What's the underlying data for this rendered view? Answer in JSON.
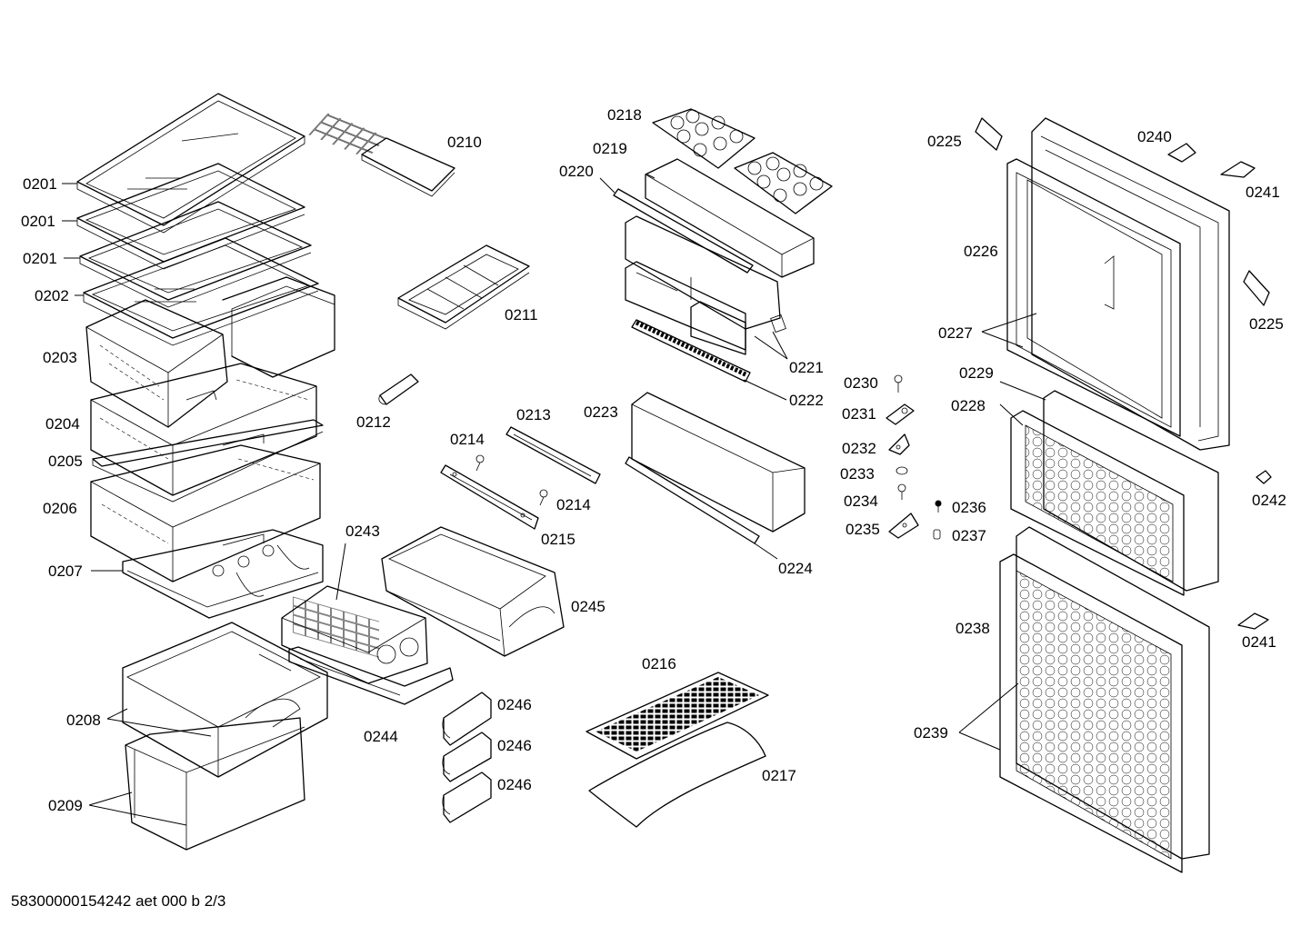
{
  "diagram": {
    "footer_text": "58300000154242 aet 000 b 2/3",
    "labels": [
      {
        "id": "l0201a",
        "text": "0201"
      },
      {
        "id": "l0201b",
        "text": "0201"
      },
      {
        "id": "l0201c",
        "text": "0201"
      },
      {
        "id": "l0202",
        "text": "0202"
      },
      {
        "id": "l0203",
        "text": "0203"
      },
      {
        "id": "l0204",
        "text": "0204"
      },
      {
        "id": "l0205",
        "text": "0205"
      },
      {
        "id": "l0206",
        "text": "0206"
      },
      {
        "id": "l0207",
        "text": "0207"
      },
      {
        "id": "l0208",
        "text": "0208"
      },
      {
        "id": "l0209",
        "text": "0209"
      },
      {
        "id": "l0210",
        "text": "0210"
      },
      {
        "id": "l0211",
        "text": "0211"
      },
      {
        "id": "l0212",
        "text": "0212"
      },
      {
        "id": "l0213",
        "text": "0213"
      },
      {
        "id": "l0214a",
        "text": "0214"
      },
      {
        "id": "l0214b",
        "text": "0214"
      },
      {
        "id": "l0215",
        "text": "0215"
      },
      {
        "id": "l0216",
        "text": "0216"
      },
      {
        "id": "l0217",
        "text": "0217"
      },
      {
        "id": "l0218",
        "text": "0218"
      },
      {
        "id": "l0219",
        "text": "0219"
      },
      {
        "id": "l0220",
        "text": "0220"
      },
      {
        "id": "l0221",
        "text": "0221"
      },
      {
        "id": "l0222",
        "text": "0222"
      },
      {
        "id": "l0223",
        "text": "0223"
      },
      {
        "id": "l0224",
        "text": "0224"
      },
      {
        "id": "l0225a",
        "text": "0225"
      },
      {
        "id": "l0225b",
        "text": "0225"
      },
      {
        "id": "l0226",
        "text": "0226"
      },
      {
        "id": "l0227",
        "text": "0227"
      },
      {
        "id": "l0228",
        "text": "0228"
      },
      {
        "id": "l0229",
        "text": "0229"
      },
      {
        "id": "l0230",
        "text": "0230"
      },
      {
        "id": "l0231",
        "text": "0231"
      },
      {
        "id": "l0232",
        "text": "0232"
      },
      {
        "id": "l0233",
        "text": "0233"
      },
      {
        "id": "l0234",
        "text": "0234"
      },
      {
        "id": "l0235",
        "text": "0235"
      },
      {
        "id": "l0236",
        "text": "0236"
      },
      {
        "id": "l0237",
        "text": "0237"
      },
      {
        "id": "l0238",
        "text": "0238"
      },
      {
        "id": "l0239",
        "text": "0239"
      },
      {
        "id": "l0240",
        "text": "0240"
      },
      {
        "id": "l0241a",
        "text": "0241"
      },
      {
        "id": "l0241b",
        "text": "0241"
      },
      {
        "id": "l0242",
        "text": "0242"
      },
      {
        "id": "l0243",
        "text": "0243"
      },
      {
        "id": "l0244",
        "text": "0244"
      },
      {
        "id": "l0245",
        "text": "0245"
      },
      {
        "id": "l0246a",
        "text": "0246"
      },
      {
        "id": "l0246b",
        "text": "0246"
      },
      {
        "id": "l0246c",
        "text": "0246"
      }
    ]
  }
}
